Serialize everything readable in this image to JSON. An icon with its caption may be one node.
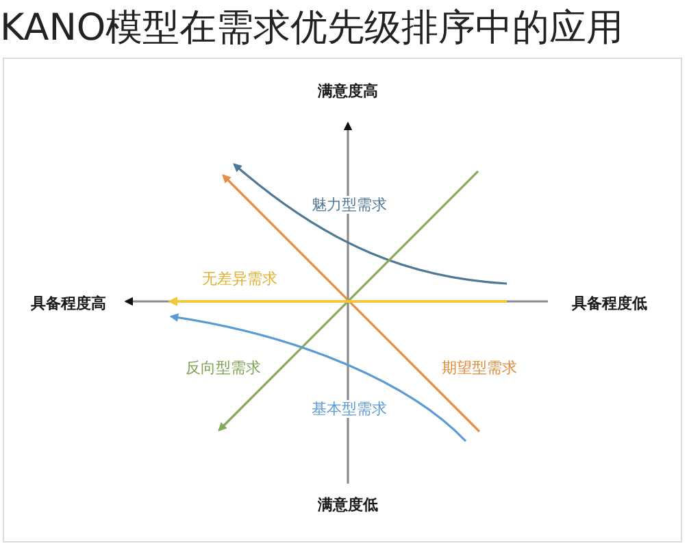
{
  "diagram": {
    "title": "KANO模型在需求优先级排序中的应用",
    "labels": [
      "满意度高",
      "魅力型需求",
      "无差异需求",
      "具备程度高",
      "具备程度低",
      "反向型需求",
      "期望型需求",
      "基本型需求",
      "满意度低"
    ]
  }
}
